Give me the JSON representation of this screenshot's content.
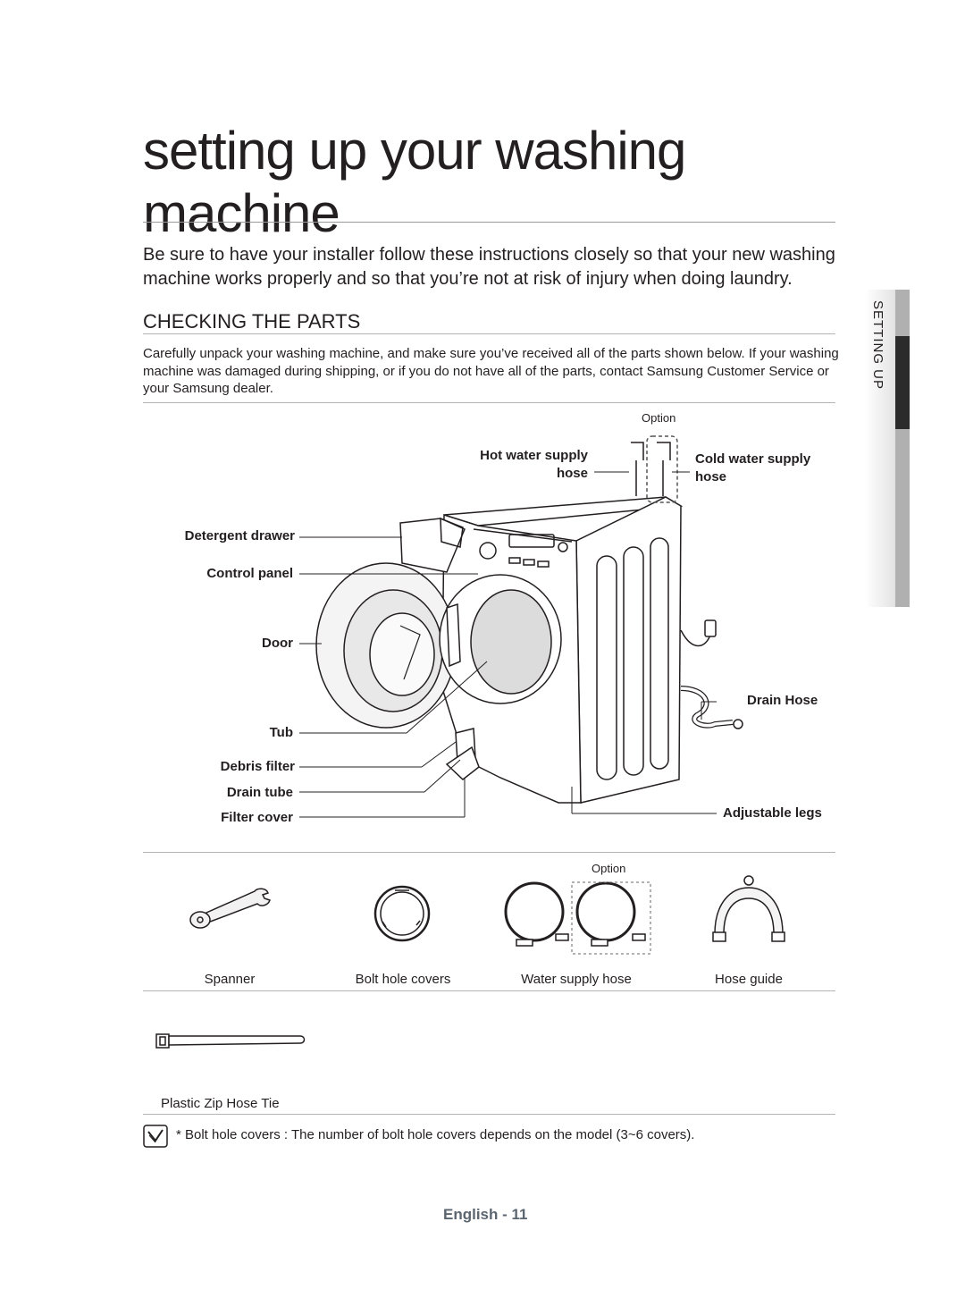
{
  "page": {
    "title": "setting up your washing machine",
    "intro": "Be sure to have your installer follow these instructions closely so that your new washing machine works properly and so that you’re not at risk of injury when doing laundry.",
    "section_heading": "CHECKING THE PARTS",
    "body": "Carefully unpack your washing machine, and make sure you’ve received all of the parts shown below. If your washing machine was damaged during shipping, or if you do not have all of the parts, contact Samsung Customer Service or your Samsung dealer.",
    "side_tab": "SETTING UP"
  },
  "diagram": {
    "option_top": "Option",
    "hot_water": "Hot water supply hose",
    "cold_water": "Cold water supply hose",
    "detergent_drawer": "Detergent drawer",
    "control_panel": "Control panel",
    "door": "Door",
    "tub": "Tub",
    "debris_filter": "Debris filter",
    "drain_tube": "Drain tube",
    "filter_cover": "Filter cover",
    "drain_hose": "Drain Hose",
    "adjustable_legs": "Adjustable legs"
  },
  "accessories": {
    "option": "Option",
    "items": [
      {
        "label": "Spanner",
        "icon": "spanner-icon"
      },
      {
        "label": "Bolt hole covers",
        "icon": "bolt-hole-cover-icon"
      },
      {
        "label": "Water supply hose",
        "icon": "water-supply-hose-icon"
      },
      {
        "label": "Hose guide",
        "icon": "hose-guide-icon"
      }
    ],
    "zip_tie": "Plastic Zip Hose Tie"
  },
  "note": {
    "text": "* Bolt hole covers : The number of bolt hole covers depends on the model (3~6 covers).",
    "icon": "note-pencil-icon"
  },
  "footer": "English - 11"
}
